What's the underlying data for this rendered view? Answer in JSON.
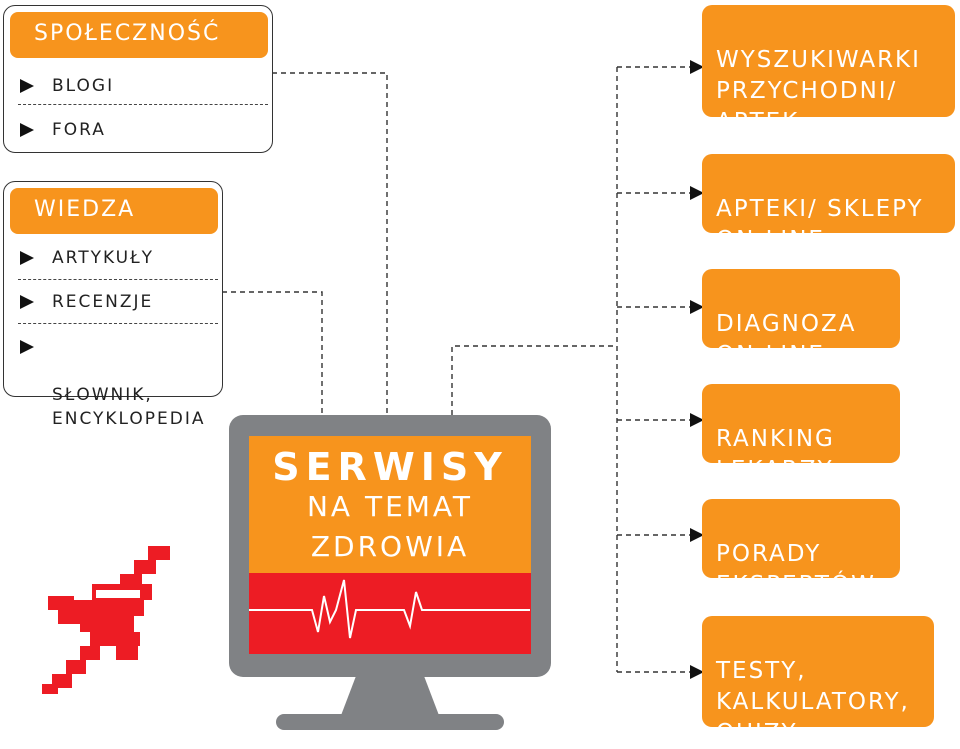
{
  "community": {
    "title": "SPOŁECZNOŚĆ",
    "items": [
      "BLOGI",
      "FORA"
    ]
  },
  "knowledge": {
    "title": "WIEDZA",
    "items": [
      "ARTYKUŁY",
      "RECENZJE",
      "SŁOWNIK,\nENCYKLOPEDIA"
    ]
  },
  "monitor": {
    "title": "SERWISY",
    "subtitle_line1": "NA TEMAT",
    "subtitle_line2": "ZDROWIA"
  },
  "services": [
    "WYSZUKIWARKI\nPRZYCHODNI/\nAPTEK",
    "APTEKI/ SKLEPY\nON-LINE",
    "DIAGNOZA\nON-LINE",
    "RANKING\nLEKARZY",
    "PORADY\nEKSPERTÓW",
    "TESTY,\nKALKULATORY,\nQUIZY"
  ],
  "colors": {
    "accent": "#f7941d",
    "red": "#ed1c24",
    "frame": "#808285"
  },
  "icons": [
    "arrow-right-icon",
    "heartbeat-icon",
    "pixel-eagle-logo"
  ]
}
